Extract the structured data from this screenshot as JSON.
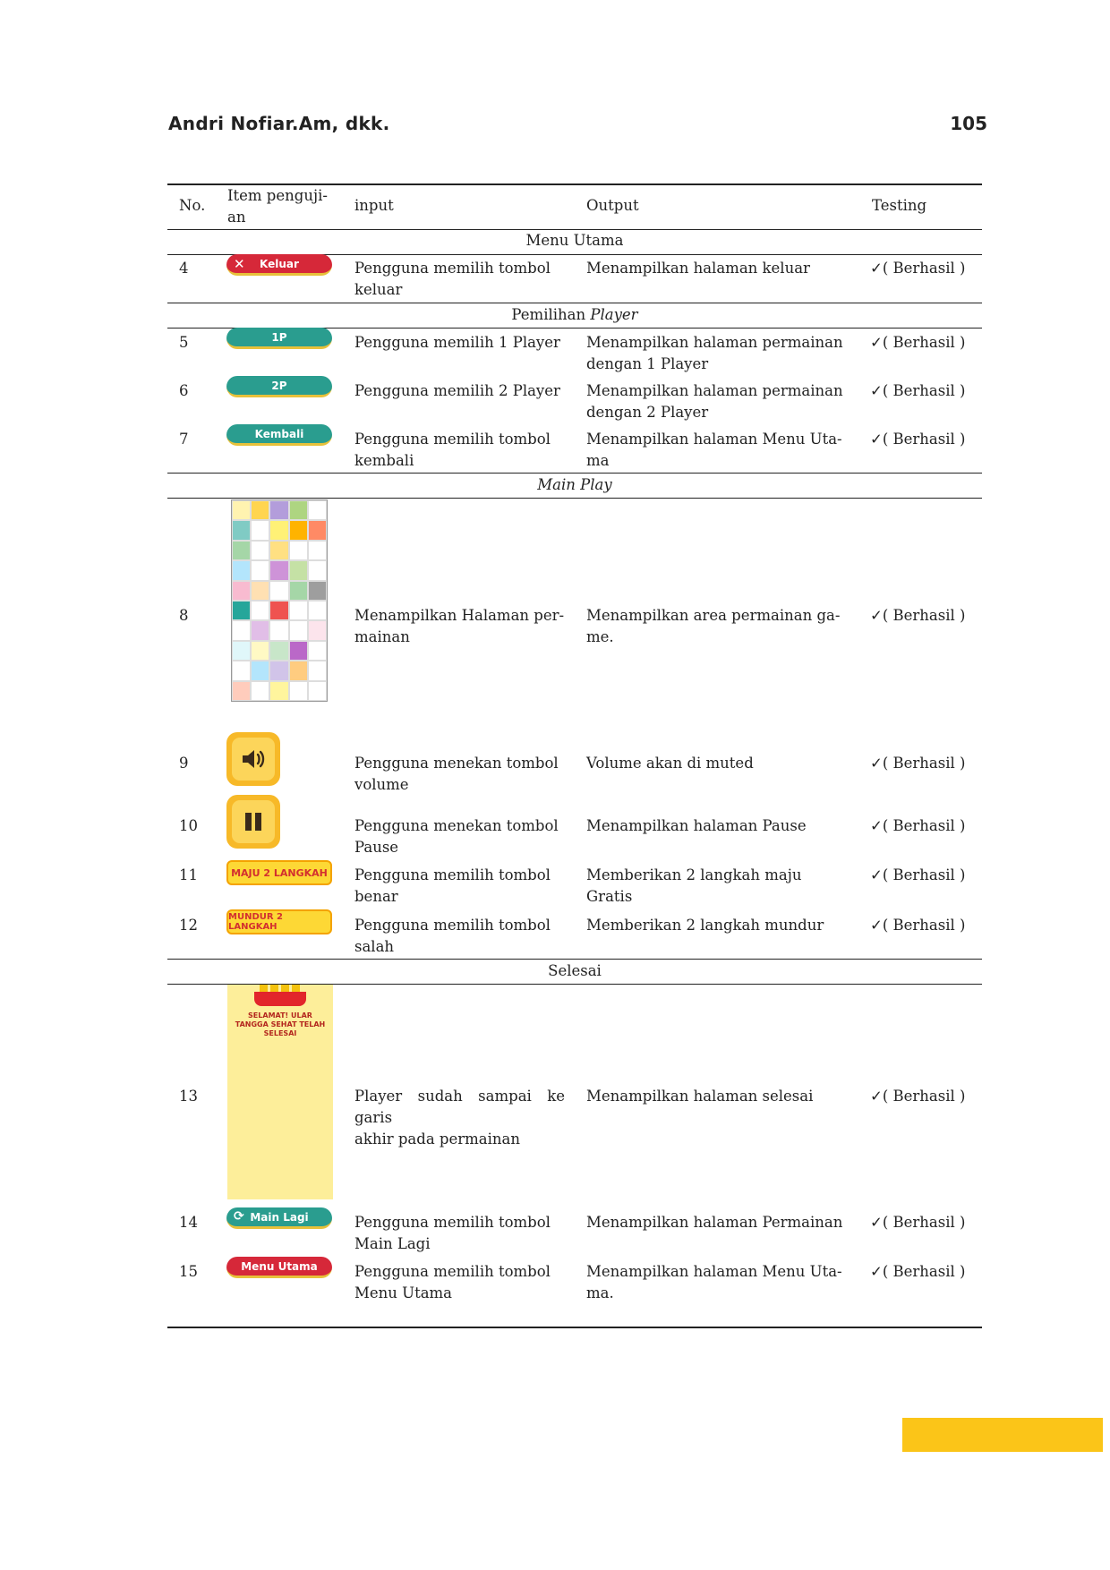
{
  "header": {
    "author": "Andri Nofiar.Am, dkk.",
    "page_number": "105"
  },
  "table": {
    "columns": {
      "no": "No.",
      "item_line1": "Item penguji-",
      "item_line2": "an",
      "input": "input",
      "output": "Output",
      "testing": "Testing"
    },
    "sections": {
      "menu_utama": "Menu Utama",
      "pemilihan_a": "Pemilihan ",
      "pemilihan_b": "Player",
      "main_play": "Main Play",
      "selesai": "Selesai"
    },
    "rows": [
      {
        "no": "4",
        "button": "Keluar",
        "in1": "Pengguna memilih tombol",
        "in2": "keluar",
        "out1": "Menampilkan halaman keluar",
        "out2": "",
        "test": "✓( Berhasil )"
      },
      {
        "no": "5",
        "button": "1P",
        "in1": "Pengguna memilih 1 Player",
        "in2": "",
        "out1": "Menampilkan halaman permainan",
        "out2": "dengan 1 Player",
        "test": "✓( Berhasil )"
      },
      {
        "no": "6",
        "button": "2P",
        "in1": "Pengguna memilih 2 Player",
        "in2": "",
        "out1": "Menampilkan halaman permainan",
        "out2": "dengan 2 Player",
        "test": "✓( Berhasil )"
      },
      {
        "no": "7",
        "button": "Kembali",
        "in1": "Pengguna memilih tombol",
        "in2": "kembali",
        "out1": "Menampilkan halaman Menu Uta-",
        "out2": "ma",
        "test": "✓( Berhasil )"
      },
      {
        "no": "8",
        "button": "",
        "in1": "Menampilkan Halaman per-",
        "in2": "mainan",
        "out1": "Menampilkan area permainan ga-",
        "out2": "me.",
        "test": "✓( Berhasil )"
      },
      {
        "no": "9",
        "button": "",
        "in1": "Pengguna menekan tombol",
        "in2": "volume",
        "out1": "Volume akan di muted",
        "out2": "",
        "test": "✓( Berhasil )"
      },
      {
        "no": "10",
        "button": "",
        "in1": "Pengguna menekan tombol",
        "in2": "Pause",
        "out1": "Menampilkan halaman Pause",
        "out2": "",
        "test": "✓( Berhasil )"
      },
      {
        "no": "11",
        "button": "MAJU 2 LANGKAH",
        "in1": "Pengguna memilih tombol",
        "in2": "benar",
        "out1": "Memberikan 2 langkah maju Gratis",
        "out2": "",
        "test": "✓( Berhasil )"
      },
      {
        "no": "12",
        "button": "MUNDUR 2 LANGKAH",
        "in1": "Pengguna memilih tombol",
        "in2": "salah",
        "out1": "Memberikan 2 langkah mundur",
        "out2": "",
        "test": "✓( Berhasil )"
      },
      {
        "no": "13",
        "button": "",
        "in1": "Player sudah sampai ke garis",
        "in2": "akhir pada permainan",
        "out1": "Menampilkan halaman selesai",
        "out2": "",
        "test": "✓( Berhasil )"
      },
      {
        "no": "14",
        "button": "Main Lagi",
        "in1": "Pengguna memilih tombol",
        "in2": "Main Lagi",
        "out1": "Menampilkan halaman Permainan",
        "out2": "",
        "test": "✓( Berhasil )"
      },
      {
        "no": "15",
        "button": "Menu Utama",
        "in1": "Pengguna memilih tombol",
        "in2": "Menu Utama",
        "out1": "Menampilkan halaman Menu Uta-",
        "out2": "ma.",
        "test": "✓( Berhasil )"
      }
    ],
    "finish_screen_text": "SELAMAT! ULAR TANGGA SEHAT TELAH SELESAI"
  },
  "colors": {
    "teal": "#2a9d8f",
    "red": "#d62839",
    "yellow": "#fbc518"
  }
}
